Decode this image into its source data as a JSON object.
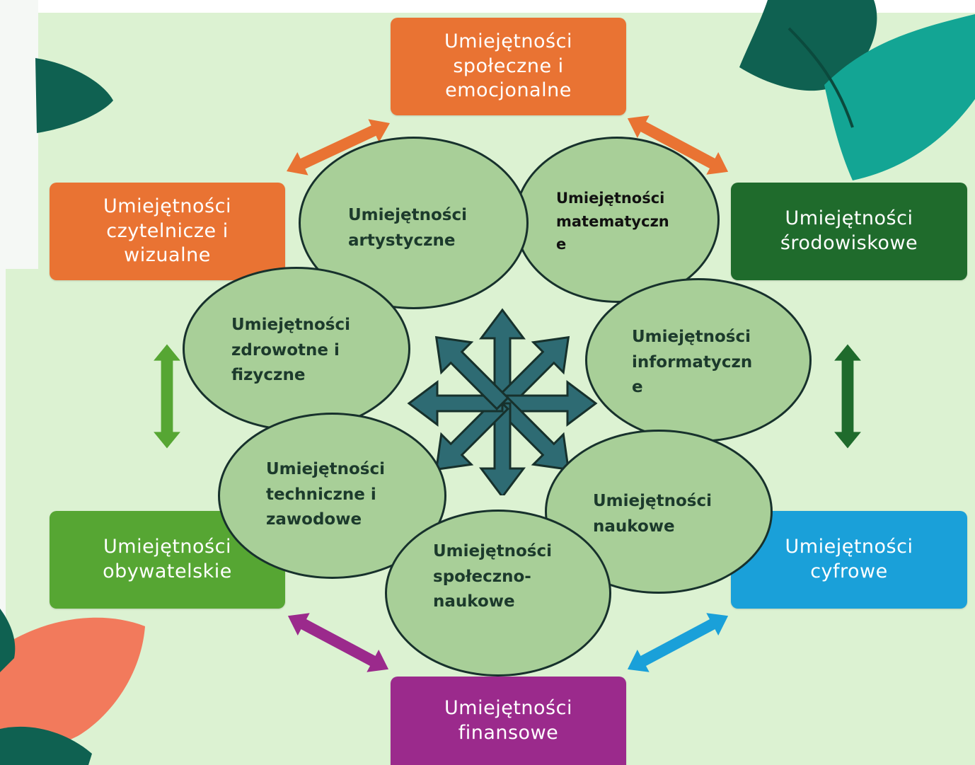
{
  "colors": {
    "background": "#dcf2d2",
    "orange": "#e97333",
    "dark_green": "#1f6b2c",
    "green": "#56a633",
    "blue": "#1aa0d9",
    "purple": "#9b2a8c",
    "oval_fill": "#a8cf98",
    "oval_border": "#17312c",
    "star_arrows": "#2e6b73",
    "leaf_dark": "#0f6151",
    "leaf_teal": "#13a594",
    "leaf_coral": "#f27a5c"
  },
  "boxes": {
    "top": {
      "lines": [
        "Umiejętności",
        "społeczne i",
        "emocjonalne"
      ]
    },
    "upper_left": {
      "lines": [
        "Umiejętności",
        "czytelnicze i",
        "wizualne"
      ]
    },
    "upper_right": {
      "lines": [
        "Umiejętności",
        "środowiskowe"
      ]
    },
    "lower_left": {
      "lines": [
        "Umiejętności",
        "obywatelskie"
      ]
    },
    "lower_right": {
      "lines": [
        "Umiejętności",
        "cyfrowe"
      ]
    },
    "bottom": {
      "lines": [
        "Umiejętności",
        "finansowe"
      ]
    }
  },
  "ovals": {
    "artistic": {
      "lines": [
        "Umiejętności",
        "artystyczne"
      ]
    },
    "math": {
      "lines": [
        "Umiejętności",
        "matematyczn",
        "e"
      ]
    },
    "health": {
      "lines": [
        "Umiejętności",
        "zdrowotne i",
        "fizyczne"
      ]
    },
    "it": {
      "lines": [
        "Umiejętności",
        "informatyczn",
        "e"
      ]
    },
    "technical": {
      "lines": [
        "Umiejętności",
        "techniczne i",
        "zawodowe"
      ]
    },
    "science": {
      "lines": [
        "Umiejętności",
        "naukowe"
      ]
    },
    "social_science": {
      "lines": [
        "Umiejętności",
        "społeczno-",
        "naukowe"
      ]
    }
  }
}
